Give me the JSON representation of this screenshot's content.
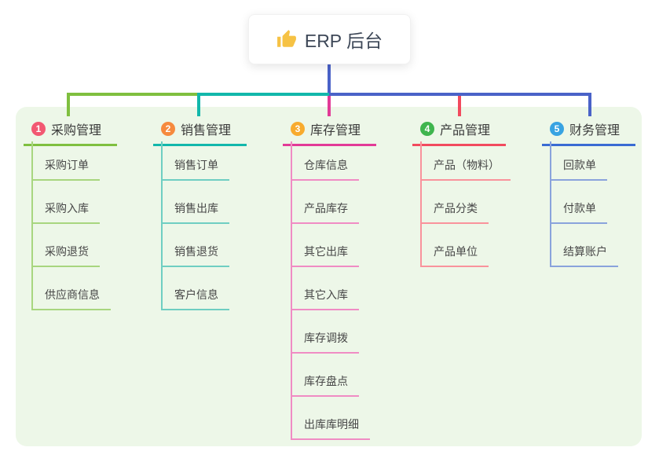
{
  "root": {
    "label": "ERP 后台",
    "icon": "thumbs-up-icon"
  },
  "colors": {
    "canvas_panel": "#edf7e8",
    "trunk_blue": "#4a62c8",
    "trunk_green": "#7fbf3f",
    "trunk_teal": "#12b7ab",
    "root_text": "#3d4757"
  },
  "branches": [
    {
      "index": "1",
      "label": "采购管理",
      "badge_color": "#f25872",
      "line_color": "#7fbf3f",
      "child_line_color": "#a8d67f",
      "children": [
        "采购订单",
        "采购入库",
        "采购退货",
        "供应商信息"
      ]
    },
    {
      "index": "2",
      "label": "销售管理",
      "badge_color": "#f68a3e",
      "line_color": "#12b7ab",
      "child_line_color": "#6fcec2",
      "children": [
        "销售订单",
        "销售出库",
        "销售退货",
        "客户信息"
      ]
    },
    {
      "index": "3",
      "label": "库存管理",
      "badge_color": "#f8ab2e",
      "line_color": "#e23a97",
      "child_line_color": "#f08cc4",
      "children": [
        "仓库信息",
        "产品库存",
        "其它出库",
        "其它入库",
        "库存调拨",
        "库存盘点",
        "出库库明细"
      ]
    },
    {
      "index": "4",
      "label": "产品管理",
      "badge_color": "#3fb54e",
      "line_color": "#f24a5e",
      "child_line_color": "#f9939c",
      "children": [
        "产品（物料）",
        "产品分类",
        "产品单位"
      ]
    },
    {
      "index": "5",
      "label": "财务管理",
      "badge_color": "#38a3e2",
      "line_color": "#3a6bd3",
      "child_line_color": "#8aa3dc",
      "children": [
        "回款单",
        "付款单",
        "结算账户"
      ]
    }
  ]
}
